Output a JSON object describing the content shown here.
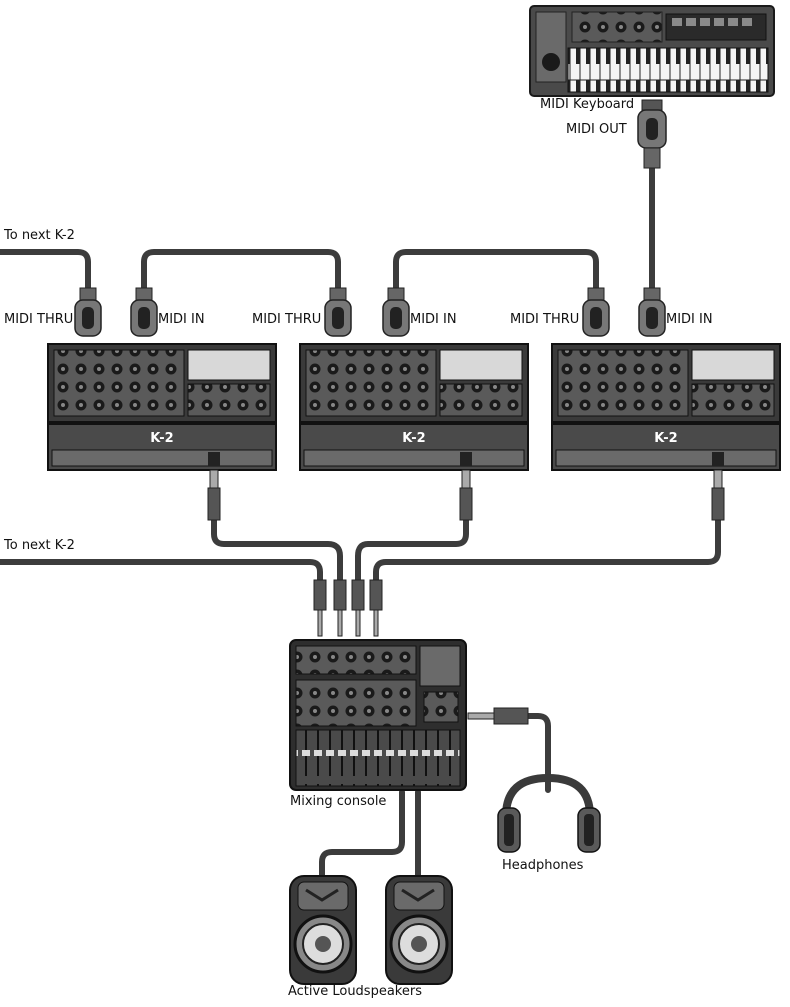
{
  "labels": {
    "midi_keyboard": "MIDI Keyboard",
    "midi_out": "MIDI OUT",
    "to_next_top": "To next K-2",
    "to_next_bottom": "To next K-2",
    "midi_thru": "MIDI THRU",
    "midi_in": "MIDI IN",
    "mixing_console": "Mixing console",
    "headphones": "Headphones",
    "active_loudspeakers": "Active Loudspeakers"
  },
  "synth_units": [
    {
      "model": "K-2"
    },
    {
      "model": "K-2"
    },
    {
      "model": "K-2"
    }
  ],
  "colors": {
    "cable": "#3c3c3c",
    "device_dark": "#3a3a3a",
    "device_mid": "#6a6a6a",
    "device_light": "#d8d8d8"
  }
}
